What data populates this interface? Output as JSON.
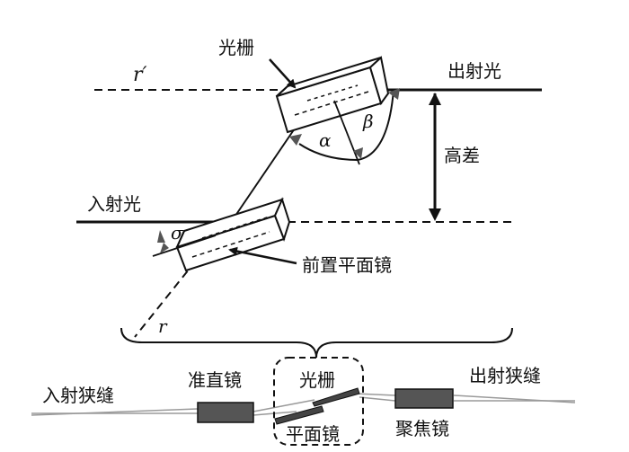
{
  "labels": {
    "grating": "光栅",
    "exit_light": "出射光",
    "incident_light": "入射光",
    "height_difference": "高差",
    "pre_plane_mirror": "前置平面镜",
    "r_prime": "r′",
    "r": "r",
    "alpha": "α",
    "beta": "β",
    "sigma": "σ",
    "entrance_slit": "入射狭缝",
    "collimator": "准直镜",
    "grating_bottom": "光栅",
    "plane_mirror_bottom": "平面镜",
    "focusing_mirror": "聚焦镜",
    "exit_slit": "出射狭缝"
  },
  "colors": {
    "line": "#111111",
    "beam_light": "#9a9a9a",
    "optic_fill": "#555555"
  }
}
